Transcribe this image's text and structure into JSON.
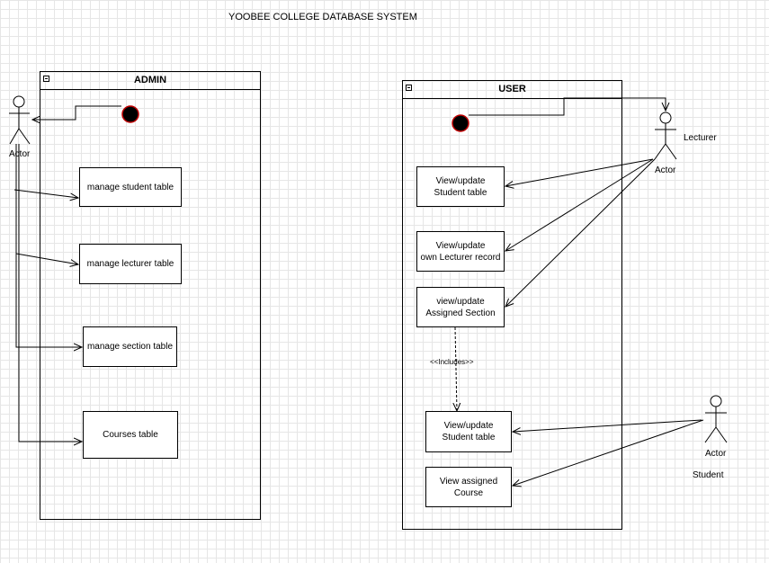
{
  "title": "YOOBEE COLLEGE DATABASE SYSTEM",
  "admin": {
    "header": "ADMIN",
    "actor_label": "Actor",
    "use_cases": [
      "manage student table",
      "manage lecturer table",
      "manage section table",
      "Courses table"
    ]
  },
  "user": {
    "header": "USER",
    "lecturer": {
      "role": "Lecturer",
      "actor_label": "Actor"
    },
    "student": {
      "role": "Student",
      "actor_label": "Actor"
    },
    "use_cases": [
      "View/update\nStudent table",
      "View/update\nown Lecturer record",
      "view/update\nAssigned Section",
      "View/update\nStudent table",
      "View assigned\nCourse"
    ],
    "includes_label": "<<Includes>>"
  },
  "colors": {
    "start_fill": "#000000",
    "start_stroke": "#c00000",
    "grid": "#e6e6e6"
  }
}
